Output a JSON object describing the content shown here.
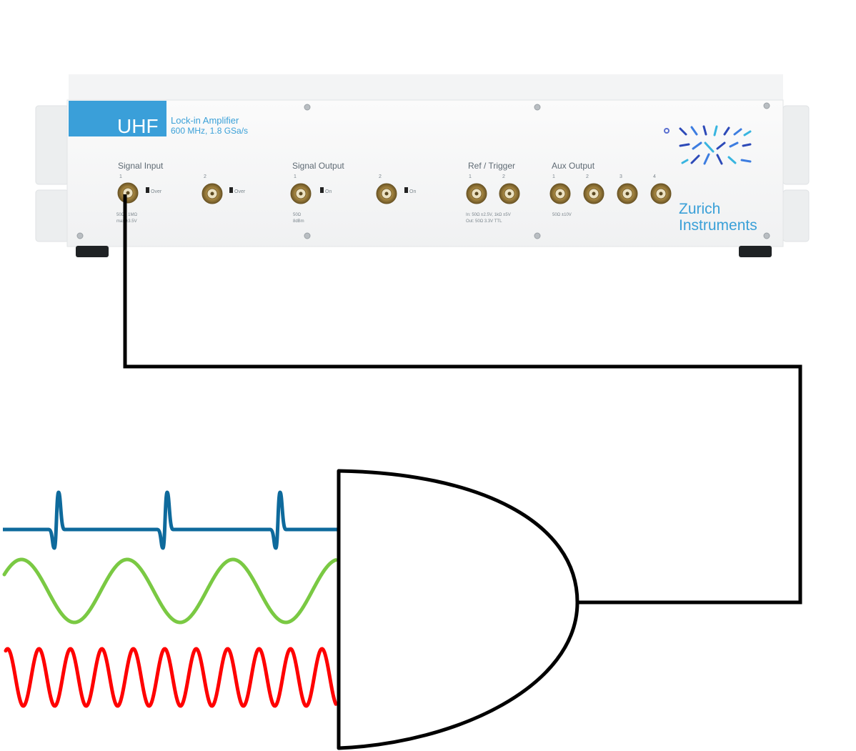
{
  "instrument": {
    "brand_block_text": "UHF",
    "product_line1": "Lock-in Amplifier",
    "product_line2": "600 MHz, 1.8 GSa/s",
    "brand_name_line1": "Zurich",
    "brand_name_line2": "Instruments",
    "accent_color": "#3a9fd9",
    "sections": {
      "signal_input": {
        "title": "Signal Input",
        "ch1": "1",
        "ch2": "2",
        "led1": "Over",
        "led2": "Over",
        "spec1": "50Ω / 1MΩ",
        "spec2": "max ±3.5V"
      },
      "signal_output": {
        "title": "Signal Output",
        "ch1": "1",
        "ch2": "2",
        "led1": "On",
        "led2": "On",
        "spec1": "50Ω",
        "spec2": "8dBm"
      },
      "ref_trigger": {
        "title": "Ref / Trigger",
        "ch1": "1",
        "ch2": "2",
        "spec1": "In: 50Ω ±2.5V, 1kΩ ±5V",
        "spec2": "Out: 50Ω 3.3V TTL"
      },
      "aux_output": {
        "title": "Aux Output",
        "ch1": "1",
        "ch2": "2",
        "ch3": "3",
        "ch4": "4",
        "spec1": "50Ω ±10V"
      }
    }
  },
  "gate": {
    "shape": "AND-gate-icon",
    "stroke_color": "#000000"
  },
  "signals": [
    {
      "name": "pulse-train",
      "color": "#0e6a9c"
    },
    {
      "name": "low-frequency-sine",
      "color": "#7ac943"
    },
    {
      "name": "high-frequency-sine",
      "color": "#ff0000"
    }
  ]
}
